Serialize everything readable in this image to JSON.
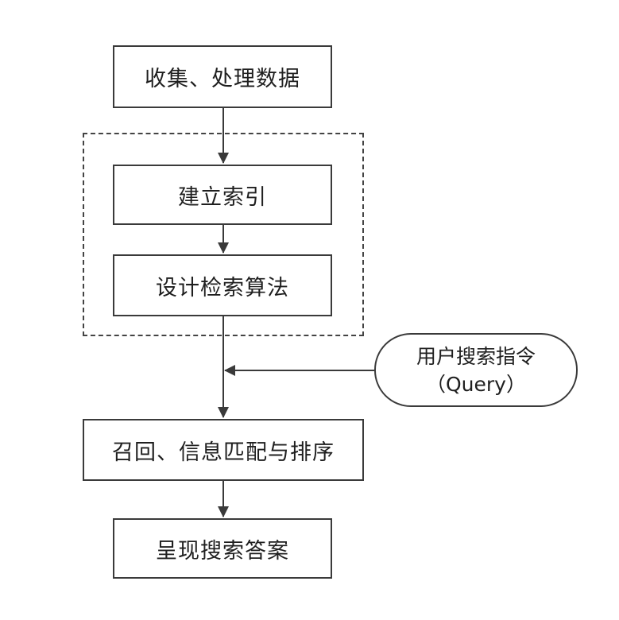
{
  "steps": {
    "collect": "收集、处理数据",
    "index": "建立索引",
    "algorithm": "设计检索算法",
    "recall": "召回、信息匹配与排序",
    "present": "呈现搜索答案"
  },
  "input": {
    "line1": "用户搜索指令",
    "line2": "（Query）"
  },
  "colors": {
    "stroke": "#3a3a3a",
    "text": "#1f1f1f",
    "background": "#ffffff"
  }
}
